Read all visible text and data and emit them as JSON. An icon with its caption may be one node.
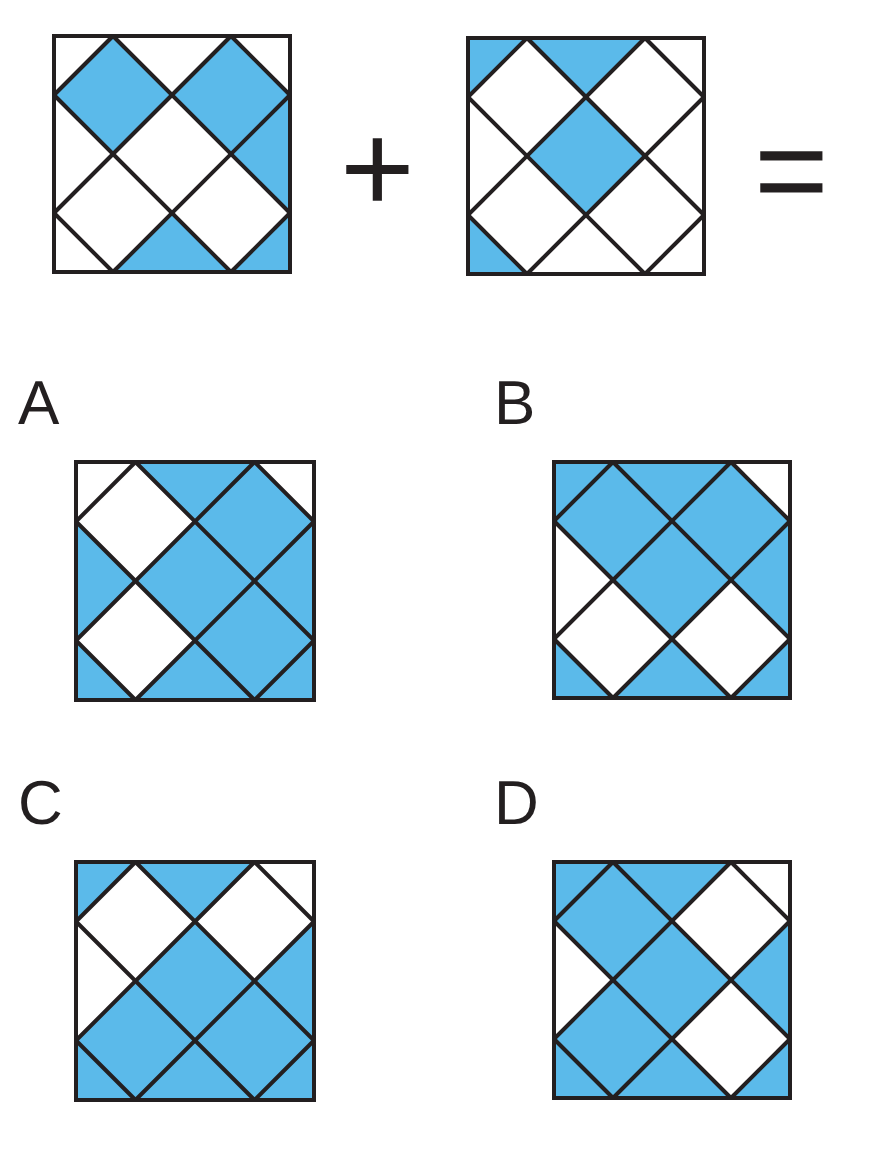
{
  "diagram": {
    "labels": [
      "+",
      "=",
      "A",
      "B",
      "C",
      "D"
    ]
  }
}
